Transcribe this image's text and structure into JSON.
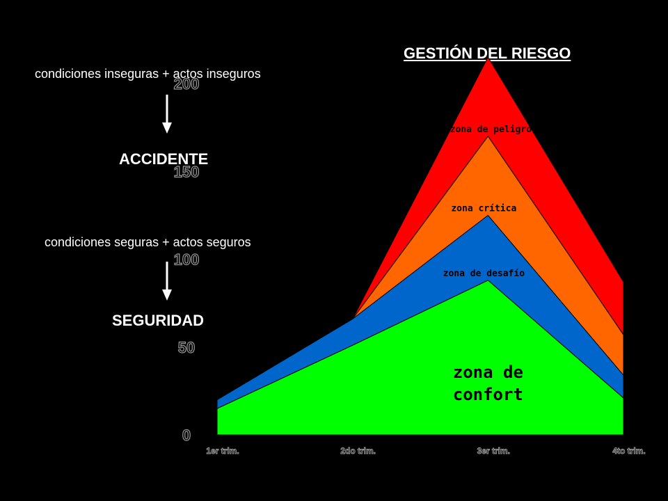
{
  "slide": {
    "title": "GESTIÓN DEL RIESGO",
    "flows": [
      {
        "cause": "condiciones inseguras + actos inseguros",
        "outcome": "ACCIDENTE"
      },
      {
        "cause": "condiciones seguras + actos seguros",
        "outcome": "SEGURIDAD"
      }
    ]
  },
  "colors": {
    "background": "#000000",
    "text": "#ffffff",
    "peligro": "#ff0000",
    "critica": "#ff6600",
    "desafio": "#0066cc",
    "confort": "#00ff00"
  },
  "chart_data": {
    "type": "area",
    "stacked": true,
    "categories": [
      "1er trim.",
      "2do trim.",
      "3er trim.",
      "4to trim."
    ],
    "y_ticks": [
      0,
      50,
      100,
      150,
      200
    ],
    "ylim": [
      0,
      200
    ],
    "grid": false,
    "legend": "none",
    "series": [
      {
        "name": "zona de confort",
        "color": "#00ff00",
        "values": [
          15,
          51,
          88,
          21
        ]
      },
      {
        "name": "zona de desafío",
        "color": "#0066cc",
        "values": [
          5,
          15,
          37,
          13
        ]
      },
      {
        "name": "zona crítica",
        "color": "#ff6600",
        "values": [
          0,
          0,
          45,
          23
        ]
      },
      {
        "name": "zona de peligro",
        "color": "#ff0000",
        "values": [
          0,
          0,
          45,
          30
        ]
      }
    ]
  }
}
